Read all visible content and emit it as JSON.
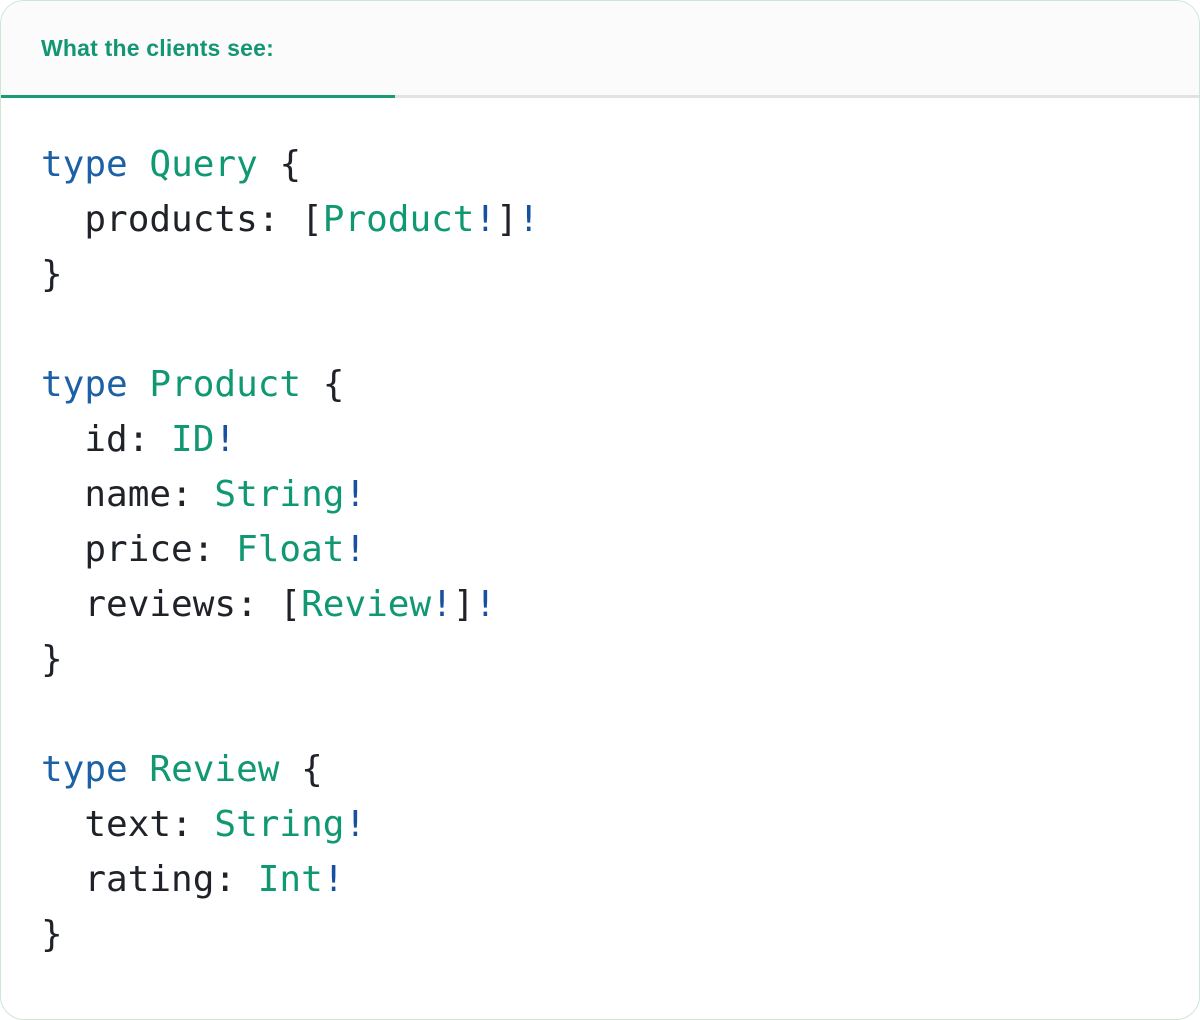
{
  "tab": {
    "label": "What the clients see:"
  },
  "code": {
    "language": "graphql",
    "lines": [
      {
        "tokens": [
          {
            "text": "type",
            "style": "keyword"
          },
          {
            "text": " ",
            "style": "plain"
          },
          {
            "text": "Query",
            "style": "typename"
          },
          {
            "text": " {",
            "style": "plain"
          }
        ]
      },
      {
        "tokens": [
          {
            "text": "  products: [",
            "style": "plain"
          },
          {
            "text": "Product",
            "style": "typename"
          },
          {
            "text": "!",
            "style": "bang"
          },
          {
            "text": "]",
            "style": "plain"
          },
          {
            "text": "!",
            "style": "bang"
          }
        ]
      },
      {
        "tokens": [
          {
            "text": "}",
            "style": "plain"
          }
        ]
      },
      {
        "tokens": []
      },
      {
        "tokens": [
          {
            "text": "type",
            "style": "keyword"
          },
          {
            "text": " ",
            "style": "plain"
          },
          {
            "text": "Product",
            "style": "typename"
          },
          {
            "text": " {",
            "style": "plain"
          }
        ]
      },
      {
        "tokens": [
          {
            "text": "  id: ",
            "style": "plain"
          },
          {
            "text": "ID",
            "style": "typename"
          },
          {
            "text": "!",
            "style": "bang"
          }
        ]
      },
      {
        "tokens": [
          {
            "text": "  name: ",
            "style": "plain"
          },
          {
            "text": "String",
            "style": "typename"
          },
          {
            "text": "!",
            "style": "bang"
          }
        ]
      },
      {
        "tokens": [
          {
            "text": "  price: ",
            "style": "plain"
          },
          {
            "text": "Float",
            "style": "typename"
          },
          {
            "text": "!",
            "style": "bang"
          }
        ]
      },
      {
        "tokens": [
          {
            "text": "  reviews: [",
            "style": "plain"
          },
          {
            "text": "Review",
            "style": "typename"
          },
          {
            "text": "!",
            "style": "bang"
          },
          {
            "text": "]",
            "style": "plain"
          },
          {
            "text": "!",
            "style": "bang"
          }
        ]
      },
      {
        "tokens": [
          {
            "text": "}",
            "style": "plain"
          }
        ]
      },
      {
        "tokens": []
      },
      {
        "tokens": [
          {
            "text": "type",
            "style": "keyword"
          },
          {
            "text": " ",
            "style": "plain"
          },
          {
            "text": "Review",
            "style": "typename"
          },
          {
            "text": " {",
            "style": "plain"
          }
        ]
      },
      {
        "tokens": [
          {
            "text": "  text: ",
            "style": "plain"
          },
          {
            "text": "String",
            "style": "typename"
          },
          {
            "text": "!",
            "style": "bang"
          }
        ]
      },
      {
        "tokens": [
          {
            "text": "  rating: ",
            "style": "plain"
          },
          {
            "text": "Int",
            "style": "typename"
          },
          {
            "text": "!",
            "style": "bang"
          }
        ]
      },
      {
        "tokens": [
          {
            "text": "}",
            "style": "plain"
          }
        ]
      }
    ]
  },
  "colors": {
    "keyword": "#1c61a5",
    "typename": "#109873",
    "plain": "#1f2228",
    "bang": "#17509e",
    "tab-text": "#129673",
    "tab-underline": "#1b9a78",
    "tabbar-border": "#e3e3e3",
    "tabbar-bg": "#fbfbfb",
    "card-border": "#cfe6d5",
    "card-bg": "#ffffff"
  }
}
